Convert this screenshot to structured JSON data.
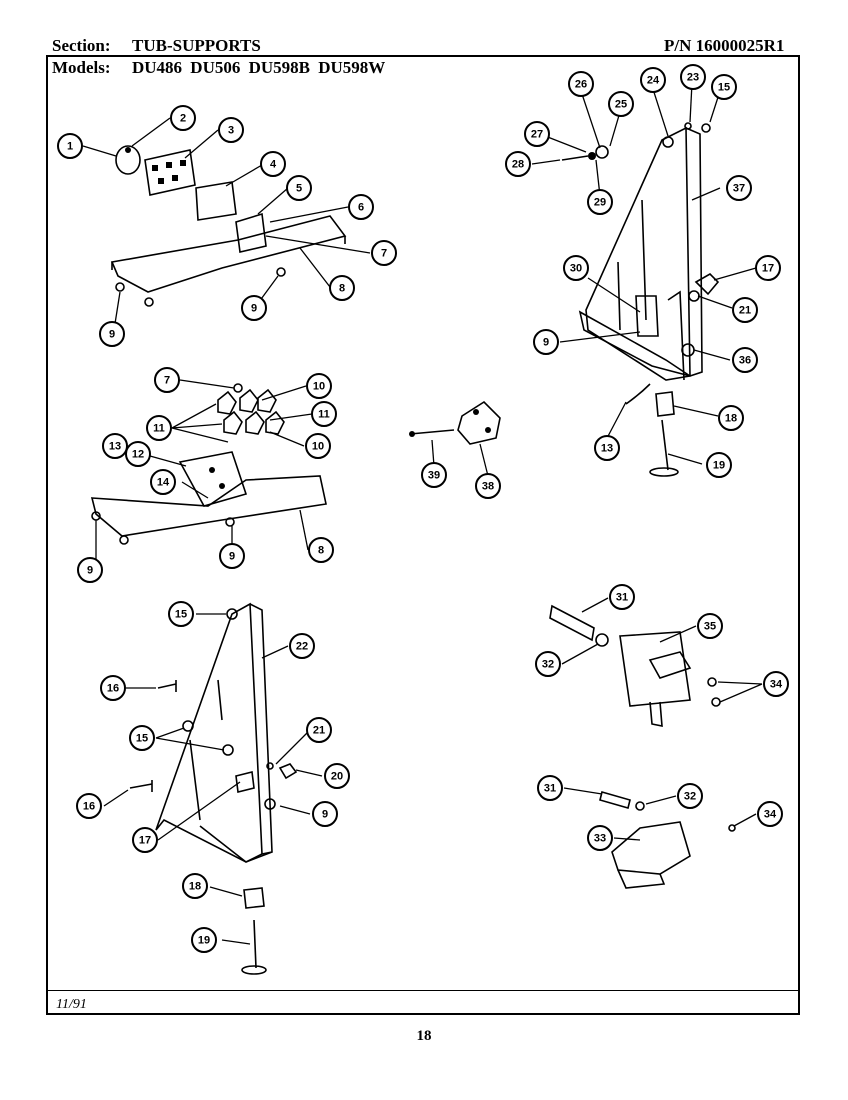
{
  "header": {
    "section_label": "Section:",
    "section_value": "TUB-SUPPORTS",
    "pn": "P/N 16000025R1",
    "models_label": "Models:",
    "models_value": "DU486 DU506 DU598B DU598W"
  },
  "footer": {
    "date": "11/91",
    "page": "18"
  },
  "callouts": [
    {
      "id": "c-1",
      "label": "1"
    },
    {
      "id": "c-2",
      "label": "2"
    },
    {
      "id": "c-3",
      "label": "3"
    },
    {
      "id": "c-4",
      "label": "4"
    },
    {
      "id": "c-5",
      "label": "5"
    },
    {
      "id": "c-6",
      "label": "6"
    },
    {
      "id": "c-7a",
      "label": "7"
    },
    {
      "id": "c-8a",
      "label": "8"
    },
    {
      "id": "c-9a",
      "label": "9"
    },
    {
      "id": "c-9b",
      "label": "9"
    },
    {
      "id": "c-7b",
      "label": "7"
    },
    {
      "id": "c-10a",
      "label": "10"
    },
    {
      "id": "c-11a",
      "label": "11"
    },
    {
      "id": "c-11b",
      "label": "11"
    },
    {
      "id": "c-10b",
      "label": "10"
    },
    {
      "id": "c-13a",
      "label": "13"
    },
    {
      "id": "c-12",
      "label": "12"
    },
    {
      "id": "c-14",
      "label": "14"
    },
    {
      "id": "c-9c",
      "label": "9"
    },
    {
      "id": "c-8b",
      "label": "8"
    },
    {
      "id": "c-9d",
      "label": "9"
    },
    {
      "id": "c-39",
      "label": "39"
    },
    {
      "id": "c-38",
      "label": "38"
    },
    {
      "id": "c-26",
      "label": "26"
    },
    {
      "id": "c-24",
      "label": "24"
    },
    {
      "id": "c-23",
      "label": "23"
    },
    {
      "id": "c-15a",
      "label": "15"
    },
    {
      "id": "c-27",
      "label": "27"
    },
    {
      "id": "c-25",
      "label": "25"
    },
    {
      "id": "c-28",
      "label": "28"
    },
    {
      "id": "c-29",
      "label": "29"
    },
    {
      "id": "c-37",
      "label": "37"
    },
    {
      "id": "c-30",
      "label": "30"
    },
    {
      "id": "c-17a",
      "label": "17"
    },
    {
      "id": "c-21a",
      "label": "21"
    },
    {
      "id": "c-9e",
      "label": "9"
    },
    {
      "id": "c-36",
      "label": "36"
    },
    {
      "id": "c-18a",
      "label": "18"
    },
    {
      "id": "c-13b",
      "label": "13"
    },
    {
      "id": "c-19a",
      "label": "19"
    },
    {
      "id": "c-15b",
      "label": "15"
    },
    {
      "id": "c-22",
      "label": "22"
    },
    {
      "id": "c-16a",
      "label": "16"
    },
    {
      "id": "c-15c",
      "label": "15"
    },
    {
      "id": "c-21b",
      "label": "21"
    },
    {
      "id": "c-20",
      "label": "20"
    },
    {
      "id": "c-16b",
      "label": "16"
    },
    {
      "id": "c-9f",
      "label": "9"
    },
    {
      "id": "c-17b",
      "label": "17"
    },
    {
      "id": "c-18b",
      "label": "18"
    },
    {
      "id": "c-19b",
      "label": "19"
    },
    {
      "id": "c-31a",
      "label": "31"
    },
    {
      "id": "c-35",
      "label": "35"
    },
    {
      "id": "c-32a",
      "label": "32"
    },
    {
      "id": "c-34a",
      "label": "34"
    },
    {
      "id": "c-31b",
      "label": "31"
    },
    {
      "id": "c-32b",
      "label": "32"
    },
    {
      "id": "c-34b",
      "label": "34"
    },
    {
      "id": "c-33",
      "label": "33"
    }
  ]
}
